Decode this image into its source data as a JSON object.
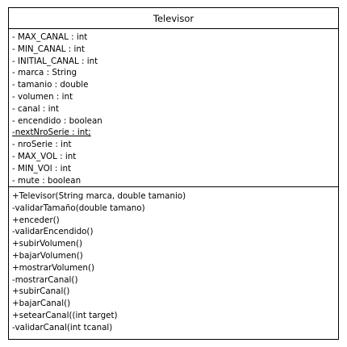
{
  "class": {
    "name": "Televisor",
    "attributes": [
      {
        "text": "- MAX_CANAL : int",
        "static": false
      },
      {
        "text": "- MIN_CANAL : int",
        "static": false
      },
      {
        "text": "- INITIAL_CANAL : int",
        "static": false
      },
      {
        "text": "- marca : String",
        "static": false
      },
      {
        "text": "- tamanio : double",
        "static": false
      },
      {
        "text": "- volumen : int",
        "static": false
      },
      {
        "text": "- canal : int",
        "static": false
      },
      {
        "text": "- encendido : boolean",
        "static": false
      },
      {
        "text": "-nextNroSerie : int;",
        "static": true
      },
      {
        "text": "- nroSerie : int",
        "static": false
      },
      {
        "text": "- MAX_VOL : int",
        "static": false
      },
      {
        "text": "- MIN_VOl : int",
        "static": false
      },
      {
        "text": "- mute : boolean",
        "static": false
      }
    ],
    "methods": [
      "+Televisor(String marca, double tamanio)",
      "-validarTamaño(double tamano)",
      "+enceder()",
      "-validarEncendido()",
      "+subirVolumen()",
      "+bajarVolumen()",
      "+mostrarVolumen()",
      "-mostrarCanal()",
      "+subirCanal()",
      "+bajarCanal()",
      "+setearCanal((int target)",
      "-validarCanal(int tcanal)"
    ]
  }
}
